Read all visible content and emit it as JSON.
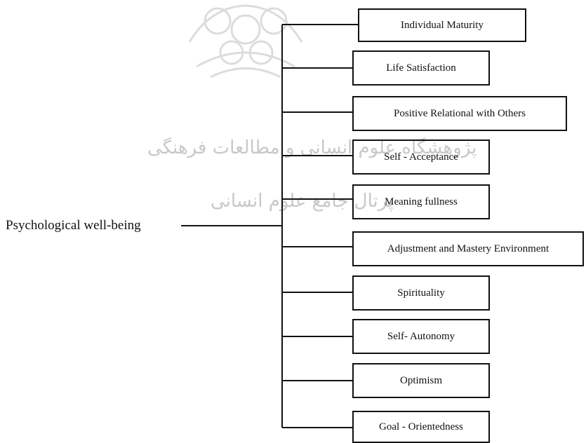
{
  "root": {
    "label": "Psychological well-being"
  },
  "nodes": [
    {
      "id": "individual-maturity",
      "label": "Individual Maturity"
    },
    {
      "id": "life-satisfaction",
      "label": "Life Satisfaction"
    },
    {
      "id": "positive-relational-with-others",
      "label": "Positive Relational with Others"
    },
    {
      "id": "self-acceptance",
      "label": "Self - Acceptance"
    },
    {
      "id": "meaning-fullness",
      "label": "Meaning fullness"
    },
    {
      "id": "adjustment-and-mastery-environment",
      "label": "Adjustment and Mastery Environment"
    },
    {
      "id": "spirituality",
      "label": "Spirituality"
    },
    {
      "id": "self-autonomy",
      "label": "Self- Autonomy"
    },
    {
      "id": "optimism",
      "label": "Optimism"
    },
    {
      "id": "goal-orientedness",
      "label": "Goal - Orientedness"
    }
  ],
  "watermark": {
    "line1": "پژوهشگاه علوم انسانی و مطالعات فرهنگی",
    "line2": "پرتال جامع علوم انسانی"
  },
  "colors": {
    "line": "#111111",
    "text": "#111111",
    "watermark": "#c8c8c8",
    "background": "#ffffff"
  }
}
